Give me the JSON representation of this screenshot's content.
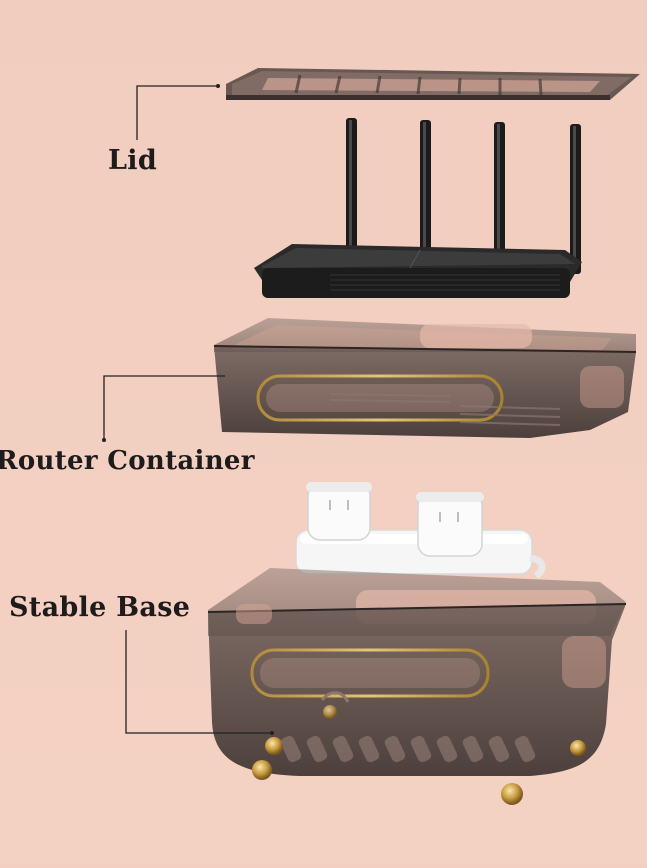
{
  "labels": {
    "lid": "Lid",
    "router_container": "Router Container",
    "stable_base": "Stable Base"
  },
  "colors": {
    "background": "#f3cfc0",
    "smoked_acrylic": "#4a3f3c",
    "gold_trim": "#c9a24a",
    "router_black": "#1e1e1e",
    "power_strip": "#f2f2f2",
    "label_text": "#1d1b1b"
  }
}
